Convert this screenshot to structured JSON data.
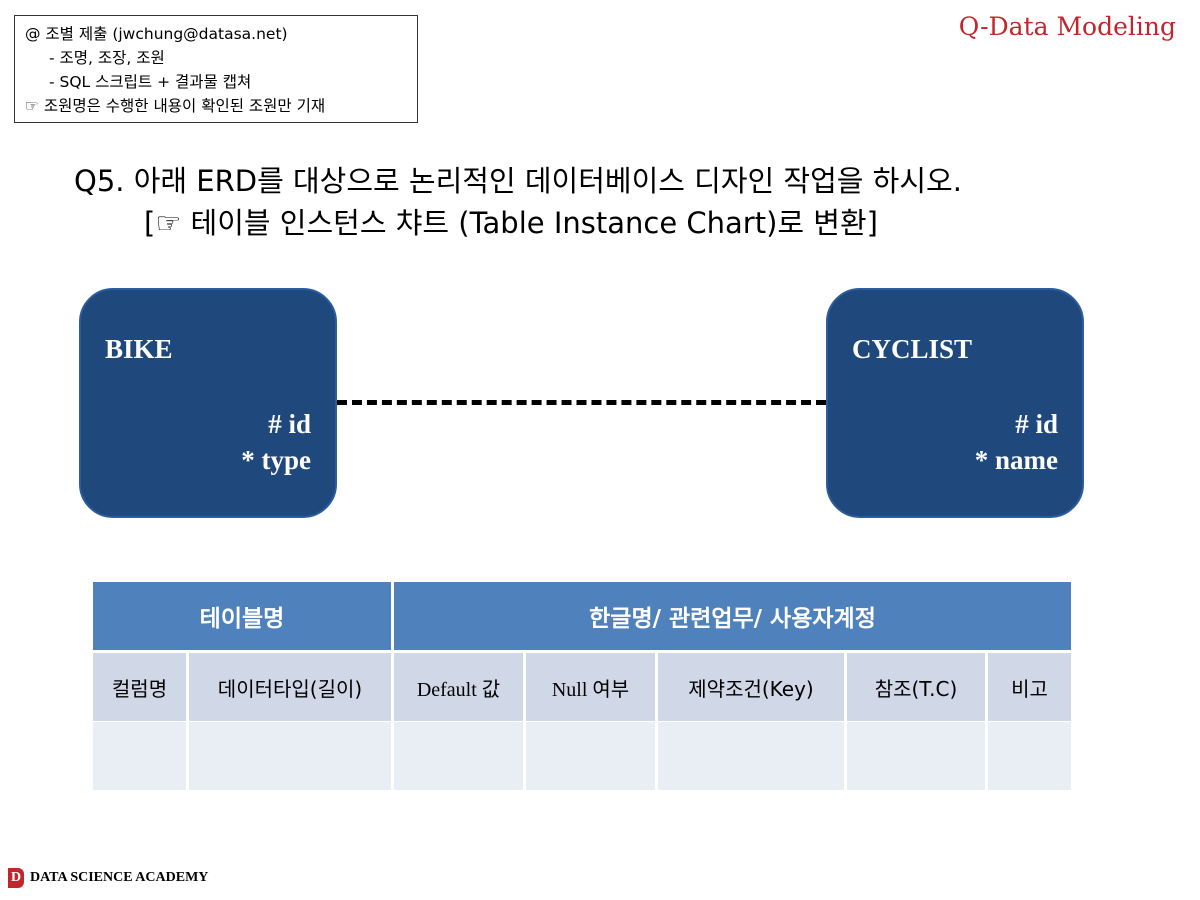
{
  "notice": {
    "line1": "@ 조별 제출 (jwchung@datasa.net)",
    "line2": "- 조명, 조장, 조원",
    "line3": "- SQL 스크립트 + 결과물 캡쳐",
    "line4": "☞ 조원명은 수행한 내용이 확인된 조원만 기재"
  },
  "brand_title": "Q-Data Modeling",
  "question": {
    "line1": "Q5. 아래 ERD를 대상으로 논리적인 데이터베이스 디자인 작업을 하시오.",
    "line2": "[☞ 테이블 인스턴스 챠트 (Table Instance Chart)로 변환]"
  },
  "entities": [
    {
      "name": "BIKE",
      "attr1": "# id",
      "attr2": "* type"
    },
    {
      "name": "CYCLIST",
      "attr1": "# id",
      "attr2": "* name"
    }
  ],
  "table": {
    "header_left": "테이블명",
    "header_right": "한글명/ 관련업무/ 사용자계정",
    "columns": [
      "컬럼명",
      "데이터타입(길이)",
      "Default 값",
      "Null 여부",
      "제약조건(Key)",
      "참조(T.C)",
      "비고"
    ],
    "row": [
      "",
      "",
      "",
      "",
      "",
      "",
      ""
    ]
  },
  "footer": {
    "logo_letter": "D",
    "label": "DATA SCIENCE ACADEMY"
  },
  "colors": {
    "entity_fill": "#1f497d",
    "header_blue": "#4f81bd",
    "brand_red": "#c0272d"
  }
}
